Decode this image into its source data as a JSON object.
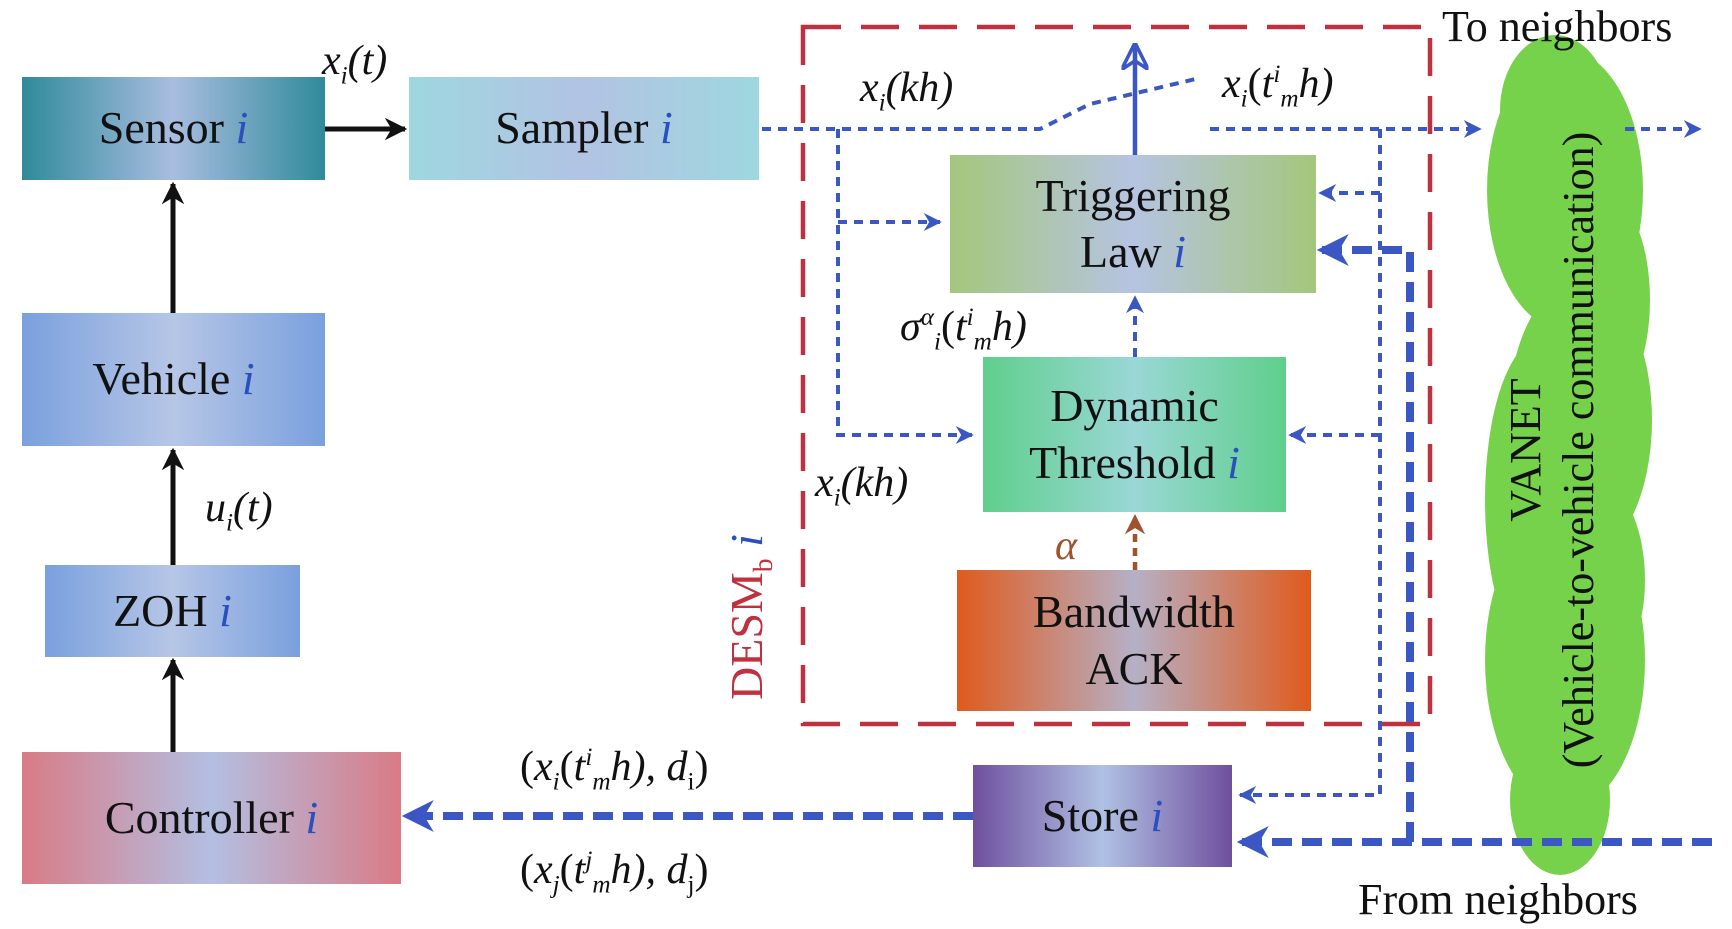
{
  "blocks": {
    "sensor": {
      "label": "Sensor",
      "index": "i"
    },
    "sampler": {
      "label": "Sampler",
      "index": "i"
    },
    "vehicle": {
      "label": "Vehicle",
      "index": "i"
    },
    "zoh": {
      "label": "ZOH",
      "index": "i"
    },
    "controller": {
      "label": "Controller",
      "index": "i"
    },
    "triggering": {
      "line1": "Triggering",
      "line2": "Law",
      "index": "i"
    },
    "threshold": {
      "line1": "Dynamic",
      "line2": "Threshold",
      "index": "i"
    },
    "bandwidth": {
      "line1": "Bandwidth",
      "line2": "ACK"
    },
    "store": {
      "label": "Store",
      "index": "i"
    }
  },
  "signals": {
    "xi_t": {
      "var": "x",
      "sub": "i",
      "arg": "(t)"
    },
    "ui_t": {
      "var": "u",
      "sub": "i",
      "arg": "(t)"
    },
    "xi_kh_top": {
      "var": "x",
      "sub": "i",
      "arg": "(kh)"
    },
    "xi_kh_mid": {
      "var": "x",
      "sub": "i",
      "arg": "(kh)"
    },
    "xi_tmh": {
      "var": "x",
      "sub": "i",
      "t": "t",
      "tsup": "i",
      "tsub": "m",
      "rest": "h)"
    },
    "sigma": {
      "var": "σ",
      "sup": "α",
      "sub": "i",
      "t": "t",
      "tsup": "i",
      "tsub": "m",
      "rest": "h)"
    },
    "alpha": "α",
    "store_in_i": {
      "var": "x",
      "sub": "i",
      "t": "t",
      "tsup": "i",
      "tsub": "m",
      "mid": "h), ",
      "d": "d",
      "dsub": "i"
    },
    "store_in_j": {
      "var": "x",
      "sub": "j",
      "t": "t",
      "tsup": "j",
      "tsub": "m",
      "mid": "h), ",
      "d": "d",
      "dsub": "j"
    }
  },
  "desm": {
    "name": "DESM",
    "sub": "b",
    "index": "i"
  },
  "vanet": {
    "line1": "VANET",
    "line2": "(Vehicle-to-vehicle communication)"
  },
  "to_neighbors": "To neighbors",
  "from_neighbors": "From neighbors",
  "colors": {
    "wire_blue": "#3a57c4",
    "wire_black": "#111111",
    "desm_red": "#c0313f",
    "alpha_brown": "#a0522d",
    "cloud_green": "#77d24b"
  }
}
